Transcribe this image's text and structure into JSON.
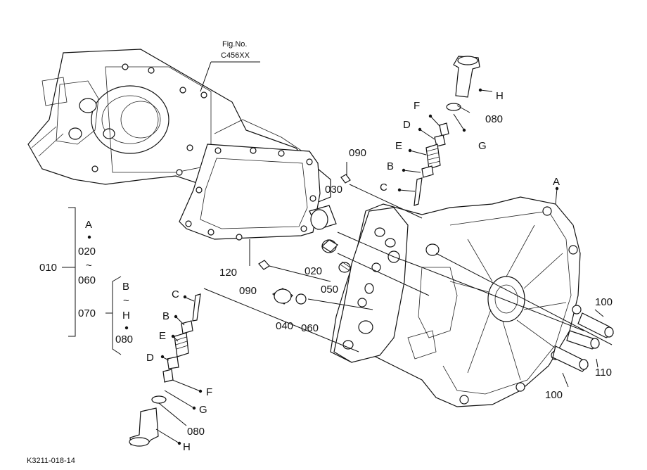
{
  "figure": {
    "fig_no_label": "Fig.No.",
    "fig_no_value": "C456XX",
    "footer_code": "K3211-018-14"
  },
  "bracket": {
    "main_label": "010",
    "group1": [
      "A",
      "020",
      "~",
      "060",
      "070"
    ],
    "group2": [
      "B",
      "~",
      "H",
      "080"
    ]
  },
  "callouts": {
    "A": "A",
    "B_top": "B",
    "C_top": "C",
    "D_top": "D",
    "E_top": "E",
    "F_top": "F",
    "G_top": "G",
    "H_top": "H",
    "p080_top": "080",
    "p090_top": "090",
    "p030": "030",
    "p020": "020",
    "p050": "050",
    "p040": "040",
    "p060": "060",
    "p090_mid": "090",
    "p120": "120",
    "p100_a": "100",
    "p100_b": "100",
    "p110": "110",
    "C_bot": "C",
    "B_bot": "B",
    "E_bot": "E",
    "D_bot": "D",
    "F_bot": "F",
    "G_bot": "G",
    "p080_bot": "080",
    "H_bot": "H"
  }
}
